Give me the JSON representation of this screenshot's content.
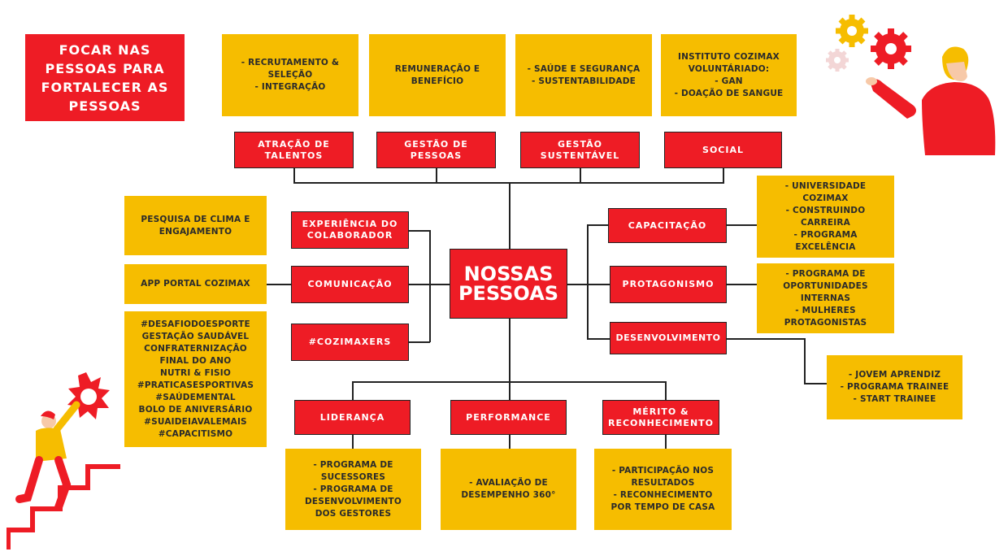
{
  "title": [
    "FOCAR NAS",
    "PESSOAS PARA",
    "FORTALECER AS",
    "PESSOAS"
  ],
  "center": [
    "NOSSAS",
    "PESSOAS"
  ],
  "top": [
    {
      "label": [
        "ATRAÇÃO DE",
        "TALENTOS"
      ],
      "details": [
        "- RECRUTAMENTO &",
        "SELEÇÃO",
        "- INTEGRAÇÃO"
      ]
    },
    {
      "label": [
        "GESTÃO DE",
        "PESSOAS"
      ],
      "details": [
        "REMUNERAÇÃO E",
        "BENEFÍCIO"
      ]
    },
    {
      "label": [
        "GESTÃO",
        "SUSTENTÁVEL"
      ],
      "details": [
        "- SAÚDE E SEGURANÇA",
        "- SUSTENTABILIDADE"
      ]
    },
    {
      "label": [
        "SOCIAL"
      ],
      "details": [
        "INSTITUTO COZIMAX",
        "VOLUNTÁRIADO:",
        "- GAN",
        "- DOAÇÃO DE SANGUE"
      ]
    }
  ],
  "left": [
    {
      "label": [
        "EXPERIÊNCIA DO",
        "COLABORADOR"
      ],
      "details": [
        "PESQUISA DE CLIMA E",
        "ENGAJAMENTO"
      ]
    },
    {
      "label": [
        "COMUNICAÇÃO"
      ],
      "details": [
        "APP PORTAL COZIMAX"
      ]
    },
    {
      "label": [
        "#COZIMAXERS"
      ],
      "details": [
        "#DESAFIODOESPORTE",
        "GESTAÇÃO SAUDÁVEL",
        "CONFRATERNIZAÇÃO",
        "FINAL DO ANO",
        "NUTRI & FISIO",
        "#PRATICASESPORTIVAS",
        "#SAÚDEMENTAL",
        "BOLO DE ANIVERSÁRIO",
        "#SUAIDEIAVALEMAIS",
        "#CAPACITISMO"
      ]
    }
  ],
  "right": [
    {
      "label": [
        "CAPACITAÇÃO"
      ],
      "details": [
        "- UNIVERSIDADE",
        "COZIMAX",
        "- CONSTRUINDO",
        "CARREIRA",
        "- PROGRAMA",
        "EXCELÊNCIA"
      ]
    },
    {
      "label": [
        "PROTAGONISMO"
      ],
      "details": [
        "- PROGRAMA DE",
        "OPORTUNIDADES",
        "INTERNAS",
        "- MULHERES",
        "PROTAGONISTAS"
      ]
    },
    {
      "label": [
        "DESENVOLVIMENTO"
      ],
      "details": [
        "- JOVEM APRENDIZ",
        "- PROGRAMA TRAINEE",
        "- START TRAINEE"
      ]
    }
  ],
  "bottom": [
    {
      "label": [
        "LIDERANÇA"
      ],
      "details": [
        "- PROGRAMA DE",
        "SUCESSORES",
        "- PROGRAMA DE",
        "DESENVOLVIMENTO",
        "DOS GESTORES"
      ]
    },
    {
      "label": [
        "PERFORMANCE"
      ],
      "details": [
        "- AVALIAÇÃO DE",
        "DESEMPENHO 360°"
      ]
    },
    {
      "label": [
        "MÉRITO &",
        "RECONHECIMENTO"
      ],
      "details": [
        "- PARTICIPAÇÃO NOS",
        "RESULTADOS",
        "- RECONHECIMENTO",
        "POR TEMPO DE CASA"
      ]
    }
  ],
  "colors": {
    "red": "#ee1c25",
    "yellow": "#f6bd00",
    "line": "#222222"
  },
  "icons": [
    "gears-icon",
    "person-pointing-icon",
    "person-climbing-stairs-icon",
    "gear-badge-icon"
  ]
}
